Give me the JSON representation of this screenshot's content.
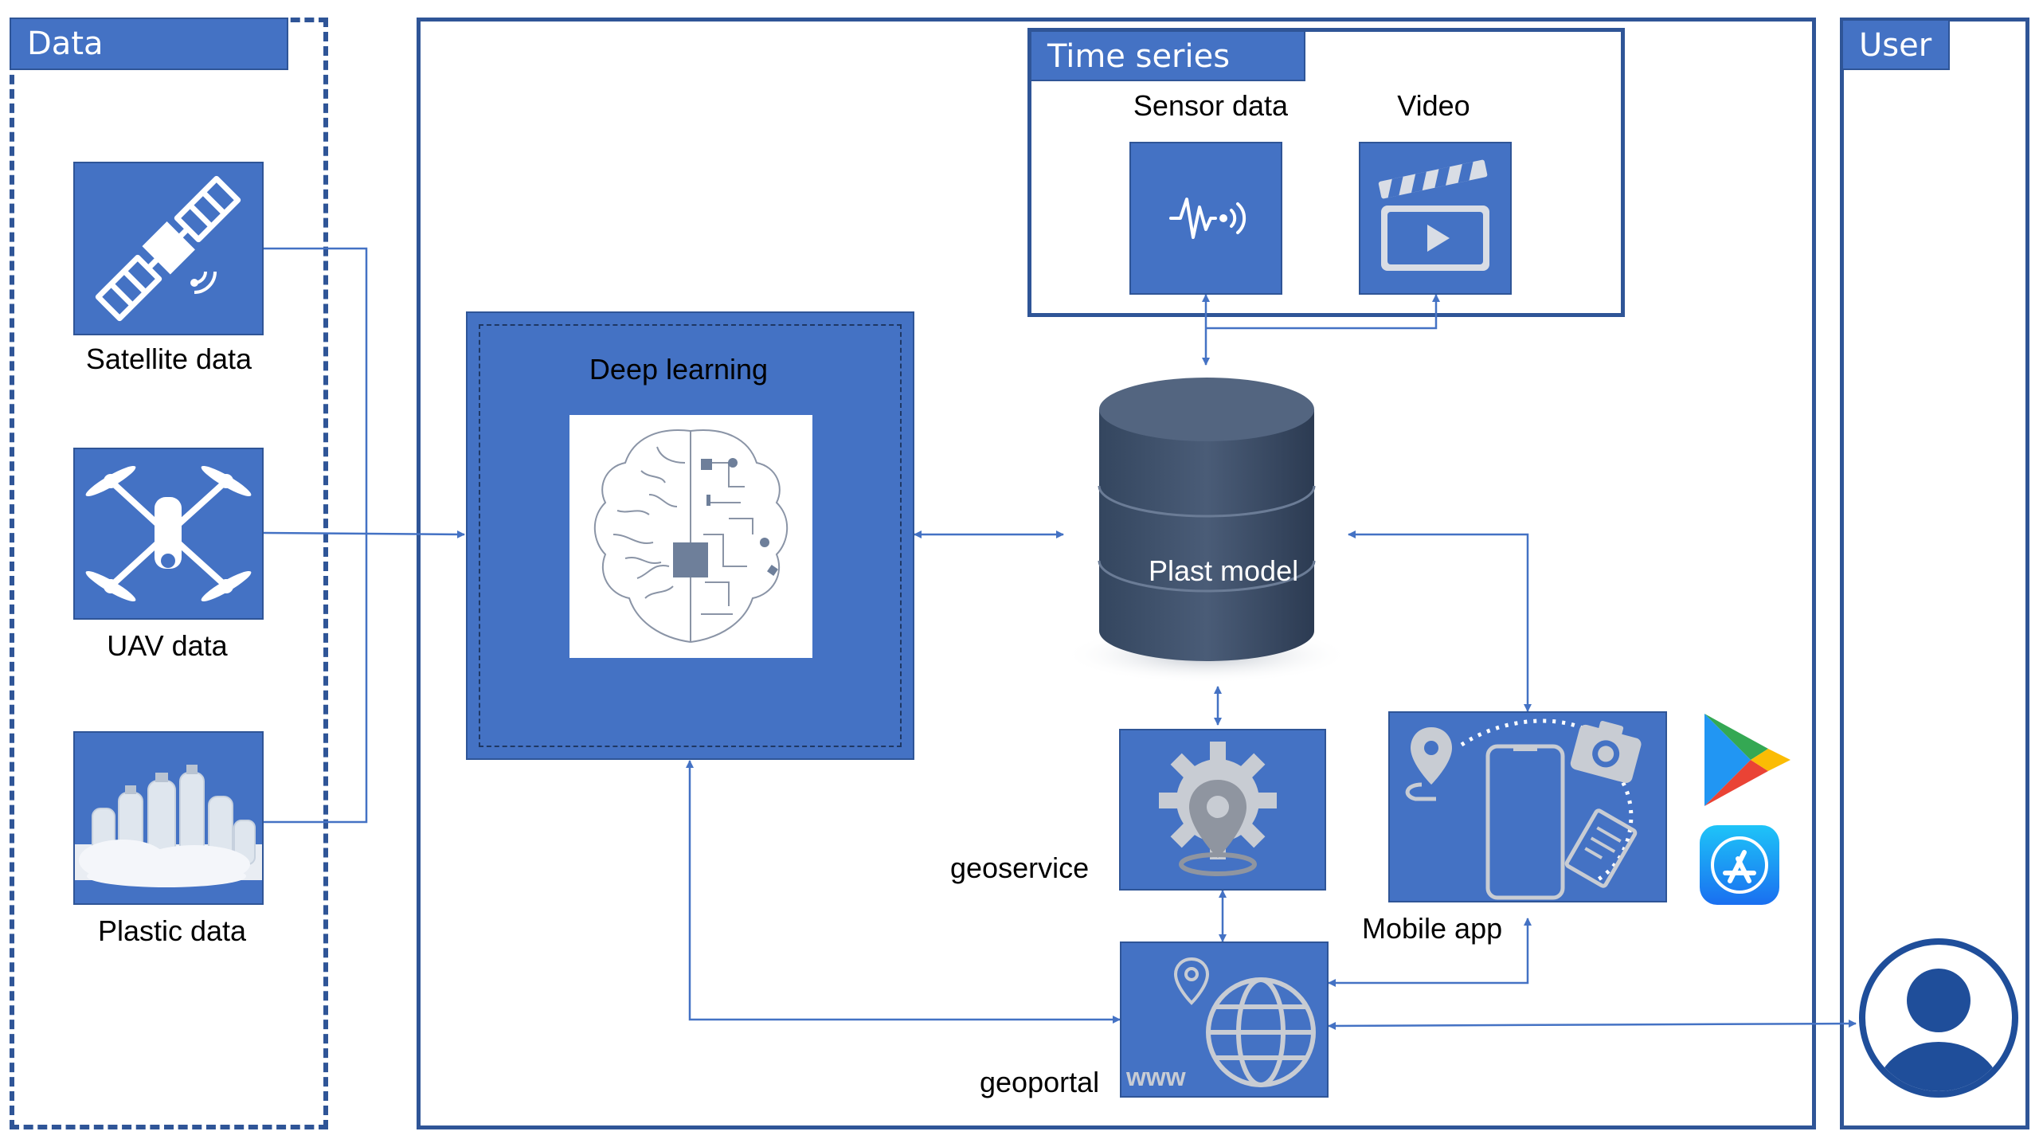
{
  "data_panel": {
    "title": "Data",
    "items": [
      {
        "label": "Satellite data",
        "icon": "satellite-icon"
      },
      {
        "label": "UAV data",
        "icon": "drone-icon"
      },
      {
        "label": "Plastic data",
        "icon": "plastic-bottles-image"
      }
    ]
  },
  "time_series": {
    "title": "Time series",
    "items": [
      {
        "label": "Sensor data",
        "icon": "sensor-signal-icon"
      },
      {
        "label": "Video",
        "icon": "video-clapperboard-icon"
      }
    ]
  },
  "deep_learning": {
    "title": "Deep learning",
    "icon": "ai-brain-chip-icon"
  },
  "plast_model": {
    "label": "Plast model",
    "icon": "database-icon"
  },
  "geoservice": {
    "label": "geoservice",
    "icon": "gear-location-icon"
  },
  "geoportal": {
    "label": "geoportal",
    "badge": "www",
    "icon": "globe-icon"
  },
  "mobile_app": {
    "label": "Mobile app",
    "icon": "smartphone-icon"
  },
  "stores": {
    "google_play": "google-play-icon",
    "app_store": "app-store-icon"
  },
  "user_panel": {
    "title": "User",
    "icon": "user-avatar-icon"
  },
  "colors": {
    "accent": "#4472c4",
    "border": "#2f5597",
    "database": "#44546a",
    "user": "#1f4e9a"
  }
}
